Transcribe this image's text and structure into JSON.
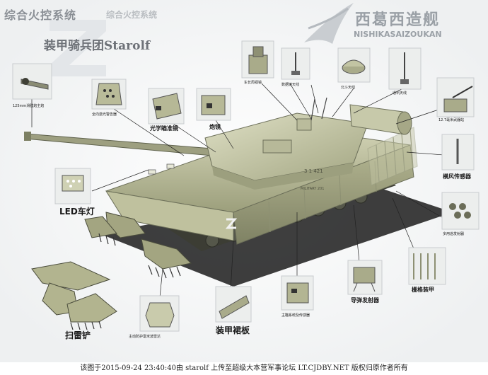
{
  "header": {
    "title": "综合火控系统",
    "title_echo": "综合火控系统",
    "unit_name": "装甲骑兵团Starolf"
  },
  "logo": {
    "chinese": "西葛西造舰",
    "english": "NISHIKASAIZOUKAN"
  },
  "labels": {
    "gun_125": "125mm滑膛炮主炮",
    "laser_warning": "全向激光警告器",
    "optical_sight": "光学瞄准镜",
    "periscope": "炮镜",
    "commander_sight": "车长周视镜",
    "datalink_antenna": "数据链天线",
    "beidou_antenna": "北斗天线",
    "comm_antenna": "通讯天线",
    "mg_127": "12.7毫米武器站",
    "wind_sensor": "横风传感器",
    "led_light": "LED车灯",
    "launcher": "多用途发射器",
    "mine_plow": "扫雷铲",
    "active_protection": "主动防护毫米波雷达",
    "skirt_armor": "装甲裙板",
    "main_fcs": "主瞄系统及传感器",
    "missile_launcher": "导弹发射器",
    "slat_armor": "栅格装甲",
    "hull_marking": "MILITARY 201",
    "turret_marking": "3 1 421"
  },
  "footer": {
    "text": "该图于2015-09-24 23:40:40由 starolf 上传至超级大本营军事论坛 LT.CJDBY.NET 版权归原作者所有"
  },
  "colors": {
    "hull_light": "#c7c9a8",
    "hull_mid": "#a9ac88",
    "hull_dark": "#7c7f61",
    "shadow": "#2a2a2a",
    "logo_gray": "#9aa0a6"
  }
}
